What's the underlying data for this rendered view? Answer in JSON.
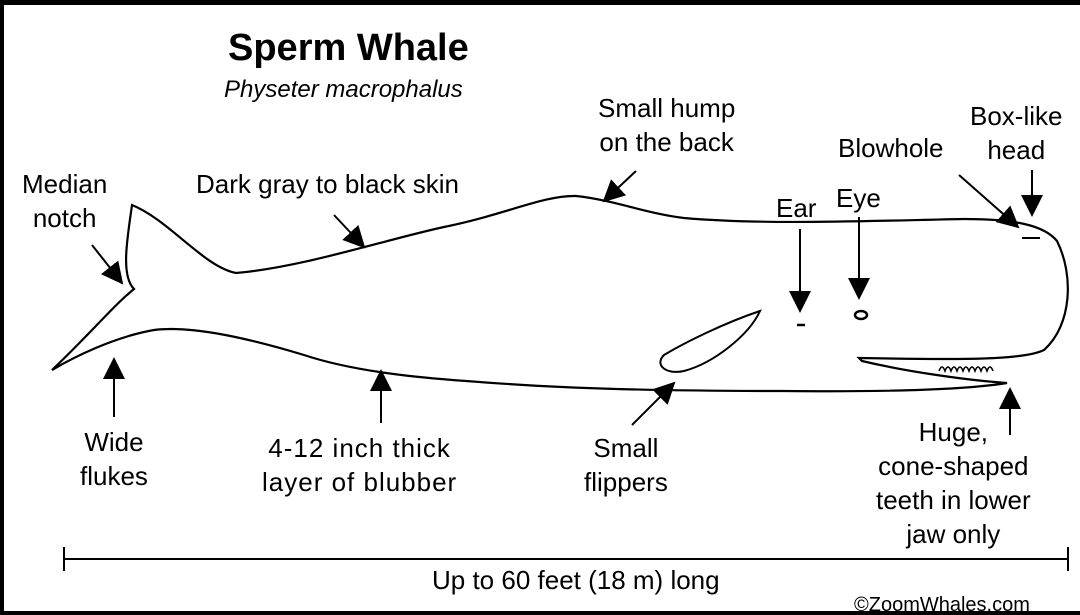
{
  "title": "Sperm Whale",
  "subtitle": "Physeter macrophalus",
  "labels": {
    "median_notch": [
      "Median",
      "notch"
    ],
    "skin": [
      "Dark gray to black skin"
    ],
    "hump": [
      "Small hump",
      "on the back"
    ],
    "blowhole": [
      "Blowhole"
    ],
    "box_head": [
      "Box-like",
      "head"
    ],
    "ear": [
      "Ear"
    ],
    "eye": [
      "Eye"
    ],
    "flukes": [
      "Wide",
      "flukes"
    ],
    "blubber": [
      "4-12 inch thick",
      "layer of blubber"
    ],
    "flippers": [
      "Small",
      "flippers"
    ],
    "teeth": [
      "Huge,",
      "cone-shaped",
      "teeth in lower",
      "jaw only"
    ]
  },
  "length_label": "Up to 60 feet (18 m) long",
  "copyright": "©ZoomWhales.com"
}
